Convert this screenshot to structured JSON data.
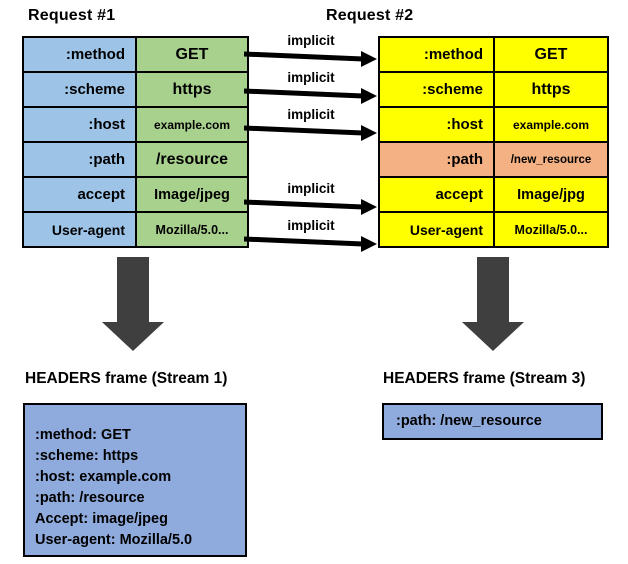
{
  "request1": {
    "title": "Request #1",
    "rows": [
      {
        "key": ":method",
        "value": "GET",
        "highlight": false
      },
      {
        "key": ":scheme",
        "value": "https",
        "highlight": false
      },
      {
        "key": ":host",
        "value": "example.com",
        "highlight": false
      },
      {
        "key": ":path",
        "value": "/resource",
        "highlight": false
      },
      {
        "key": "accept",
        "value": "Image/jpeg",
        "highlight": false
      },
      {
        "key": "User-agent",
        "value": "Mozilla/5.0...",
        "highlight": false
      }
    ]
  },
  "request2": {
    "title": "Request #2",
    "rows": [
      {
        "key": ":method",
        "value": "GET",
        "highlight": false
      },
      {
        "key": ":scheme",
        "value": "https",
        "highlight": false
      },
      {
        "key": ":host",
        "value": "example.com",
        "highlight": false
      },
      {
        "key": ":path",
        "value": "/new_resource",
        "highlight": true
      },
      {
        "key": "accept",
        "value": "Image/jpg",
        "highlight": false
      },
      {
        "key": "User-agent",
        "value": "Mozilla/5.0...",
        "highlight": false
      }
    ]
  },
  "connectors": {
    "label": "implicit",
    "row_indexes": [
      0,
      1,
      2,
      4,
      5
    ]
  },
  "frame1": {
    "title": "HEADERS frame (Stream 1)",
    "lines": [
      ":method: GET",
      ":scheme: https",
      ":host: example.com",
      ":path: /resource",
      "Accept: image/jpeg",
      "User-agent: Mozilla/5.0"
    ]
  },
  "frame3": {
    "title": "HEADERS frame (Stream 3)",
    "lines": [
      ":path: /new_resource"
    ]
  },
  "colors": {
    "key_blue": "#9DC3E6",
    "value_green": "#A9D18E",
    "yellow": "#FFFF00",
    "orange": "#F4B183",
    "frame_blue": "#8FAADC",
    "arrow_dark": "#3F3F3F"
  }
}
